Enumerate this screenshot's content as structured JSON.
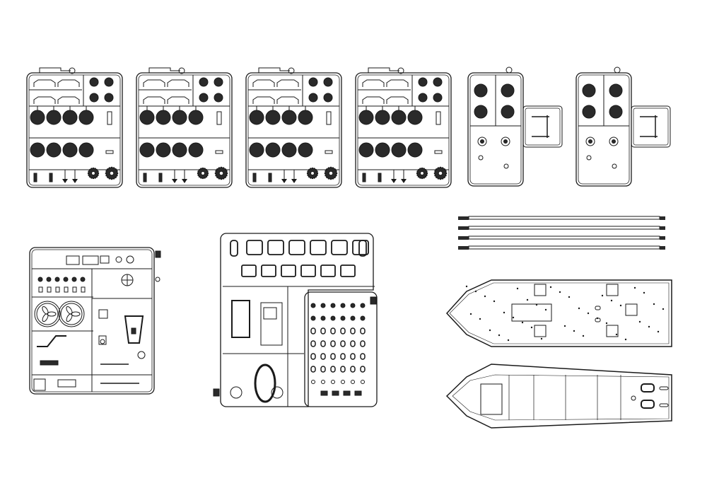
{
  "colors": {
    "ink": "#1a1a1a",
    "paper": "#ffffff",
    "fill": "#2a2a2a"
  },
  "wheel_sprues": {
    "count": 4,
    "wheels_per_row": 4,
    "wheel_rows": 2
  },
  "small_sprues": {
    "count": 2
  },
  "rods": {
    "count": 4
  },
  "hull_parts": [
    "deck",
    "hull-bottom"
  ]
}
